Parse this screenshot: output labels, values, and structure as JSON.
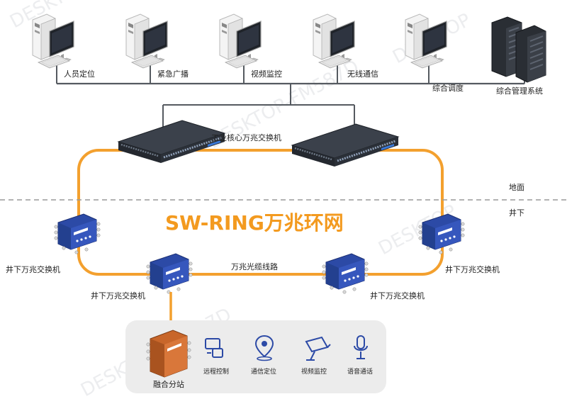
{
  "colors": {
    "ring": "#f3a02e",
    "cable": "#8b8d92",
    "wire": "#555a60",
    "switch_blue": "#2c4aa6",
    "fusion_orange": "#c8662a",
    "panel_bg": "#ececec",
    "core_switch": "#2b3038",
    "title": "#f39a1f"
  },
  "terminals": [
    {
      "label": "人员定位",
      "icon": "desktop-pc-icon"
    },
    {
      "label": "紧急广播",
      "icon": "desktop-pc-icon"
    },
    {
      "label": "视频监控",
      "icon": "desktop-pc-icon"
    },
    {
      "label": "无线通信",
      "icon": "desktop-pc-icon"
    },
    {
      "label": "综合调度",
      "icon": "desktop-pc-icon"
    }
  ],
  "management": {
    "label": "综合管理系统",
    "icon": "server-rack-icon"
  },
  "core": {
    "label": "工业核心万兆交换机"
  },
  "zones": {
    "surface": "地面",
    "underground": "井下"
  },
  "ring": {
    "title": "SW-RING万兆环网",
    "cable_label": "万兆光缆线路"
  },
  "underground_switches": [
    {
      "label": "井下万兆交换机"
    },
    {
      "label": "井下万兆交换机"
    },
    {
      "label": "井下万兆交换机"
    },
    {
      "label": "井下万兆交换机"
    }
  ],
  "substation": {
    "label": "融合分站",
    "services": [
      {
        "label": "远程控制",
        "icon": "remote-control-icon"
      },
      {
        "label": "通信定位",
        "icon": "location-pin-icon"
      },
      {
        "label": "视频监控",
        "icon": "camera-icon"
      },
      {
        "label": "语音通话",
        "icon": "microphone-icon"
      }
    ]
  }
}
